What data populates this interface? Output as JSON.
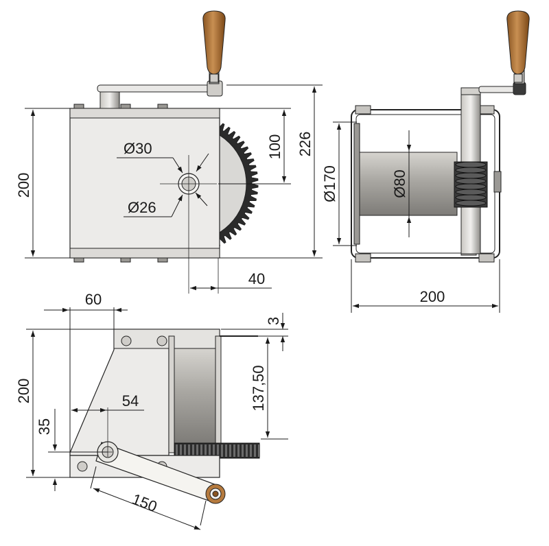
{
  "dimensions": {
    "front": {
      "height": "200",
      "hole_outer": "Ø30",
      "hole_inner": "Ø26",
      "height_upper": "100",
      "height_total": "226",
      "offset": "40"
    },
    "side": {
      "drum_diameter": "Ø80",
      "flange_diameter": "Ø170",
      "width": "200"
    },
    "bottom": {
      "top_width": "60",
      "height": "200",
      "thickness": "3",
      "axis_height": "137,50",
      "crank_offset": "54",
      "crank_axis_height": "35",
      "crank_length": "150"
    }
  },
  "colors": {
    "outline": "#222222",
    "housing": "#ecebe9",
    "drum": "#b8b6b1",
    "gear": "#2c2c2c",
    "handle": "#b57a3e"
  }
}
